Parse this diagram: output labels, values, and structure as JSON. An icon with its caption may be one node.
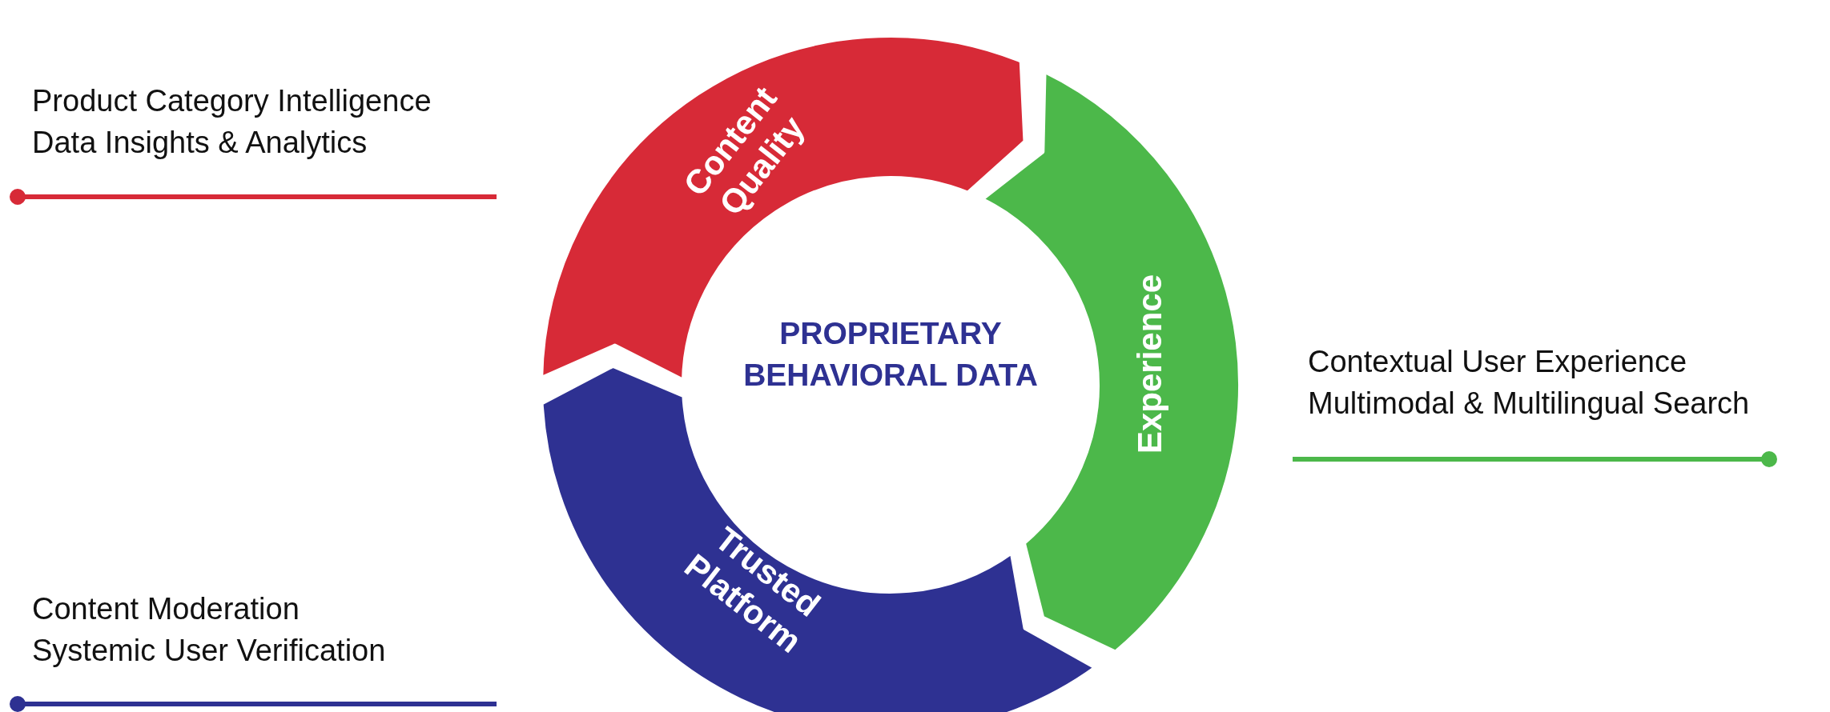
{
  "diagram": {
    "nodes": [
      {
        "text": [
          "PROPRIETARY BEHAVIORAL DATA"
        ]
      },
      {
        "text": [
          "Content Quality"
        ]
      },
      {
        "text": [
          "Experience"
        ]
      },
      {
        "text": [
          "Trusted Platform"
        ]
      }
    ],
    "labels": [
      "Product Category Intelligence",
      "Data Insights & Analytics",
      "Contextual User Experience",
      "Multimodal & Multilingual Search",
      "Content Moderation",
      "Systemic User Verification"
    ]
  }
}
